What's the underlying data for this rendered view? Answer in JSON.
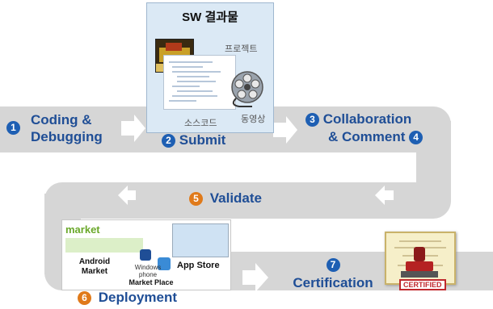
{
  "steps": {
    "s1": {
      "num": "1",
      "line1": "Coding &",
      "line2": "Debugging"
    },
    "s2": {
      "num": "2",
      "label": "Submit"
    },
    "s3": {
      "num": "3",
      "label": "Collaboration"
    },
    "s4": {
      "num": "4",
      "label": "& Comment"
    },
    "s5": {
      "num": "5",
      "label": "Validate"
    },
    "s6": {
      "num": "6",
      "label": "Deployment"
    },
    "s7": {
      "num": "7",
      "label": "Certification"
    }
  },
  "sw_box": {
    "title": "SW 결과물",
    "project": "프로젝트",
    "source": "소스코드",
    "video": "동영상"
  },
  "marketplace": {
    "market_logo": "market",
    "android": "Android\nMarket",
    "windows": "Windows\nphone",
    "appstore": "App Store",
    "caption": "Market Place"
  },
  "certificate": {
    "stamp": "CERTIFIED"
  },
  "colors": {
    "label_blue": "#1f4e96",
    "badge_blue": "#1e5fb3",
    "band_gray": "#d6d6d6",
    "stamp_red": "#c0282d"
  }
}
